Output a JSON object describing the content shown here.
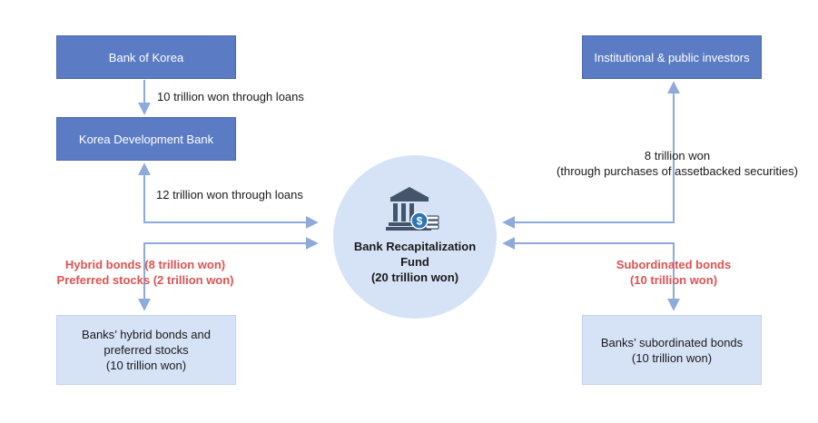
{
  "boxes": {
    "bank_of_korea": "Bank of Korea",
    "korea_development_bank": "Korea Development Bank",
    "institutional_investors": "Institutional & public investors",
    "hybrid_bonds_line1": "Banks’ hybrid bonds and",
    "hybrid_bonds_line2": "preferred stocks",
    "hybrid_bonds_line3": "(10 trillion won)",
    "subordinated_line1": "Banks’ subordinated bonds",
    "subordinated_line2": "(10 trillion won)"
  },
  "center": {
    "line1": "Bank Recapitalization",
    "line2": "Fund",
    "line3": "(20 trillion won)",
    "icon": "bank-with-coins-icon"
  },
  "labels": {
    "bok_to_kdb": "10 trillion won through loans",
    "kdb_to_fund": "12 trillion won through loans",
    "investors_line1": "8 trillion won",
    "investors_line2": "(through purchases of assetbacked securities)",
    "hybrid_red1": "Hybrid bonds (8 trillion won)",
    "hybrid_red2": "Preferred stocks (2 trillion won)",
    "subordinated_red1": "Subordinated bonds",
    "subordinated_red2": "(10 trillion won)"
  },
  "colors": {
    "dark_box": "#5b7cc4",
    "light_box": "#d6e3f7",
    "arrow": "#8eaadb",
    "highlight_text": "#e05252"
  }
}
